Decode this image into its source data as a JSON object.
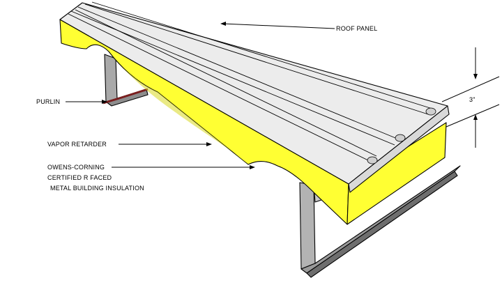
{
  "labels": {
    "roof_panel": "ROOF PANEL",
    "purlin": "PURLIN",
    "vapor_retarder": "VAPOR RETARDER",
    "insulation_line1": "OWENS-CORNING",
    "insulation_line2": "CERTIFIED R FACED",
    "insulation_line3": "METAL BUILDING INSULATION",
    "dimension": "3\""
  },
  "colors": {
    "insulation": "#ffff33",
    "insulation_shadow": "#d8d820",
    "panel": "#ececec",
    "panel_shade": "#cfcfcf",
    "purlin": "#a9a9a9",
    "purlin_dark": "#6e6e6e",
    "purlin_cap": "#7a1e1e",
    "outline": "#000000"
  }
}
